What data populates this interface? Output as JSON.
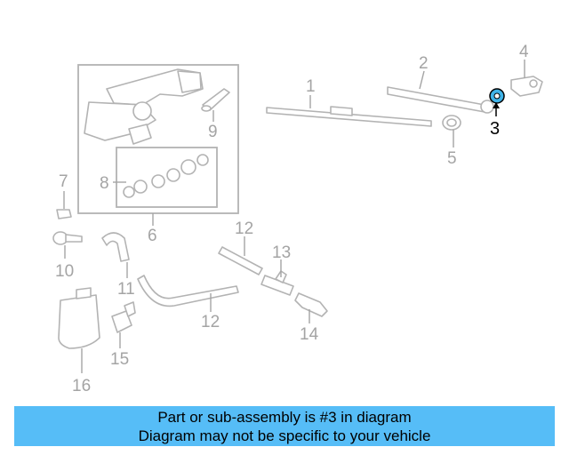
{
  "callouts": {
    "c1": "1",
    "c2": "2",
    "c3": "3",
    "c4": "4",
    "c5": "5",
    "c6": "6",
    "c7": "7",
    "c8": "8",
    "c9": "9",
    "c10": "10",
    "c11": "11",
    "c12a": "12",
    "c12b": "12",
    "c13": "13",
    "c14": "14",
    "c15": "15",
    "c16": "16"
  },
  "highlighted_part": "3",
  "colors": {
    "banner": "#56bdf7",
    "highlight": "#3fb3e8",
    "linework": "#b3b3b3"
  },
  "banner": {
    "line1": "Part or sub-assembly is #3 in diagram",
    "line2": "Diagram may not be specific to your vehicle"
  }
}
